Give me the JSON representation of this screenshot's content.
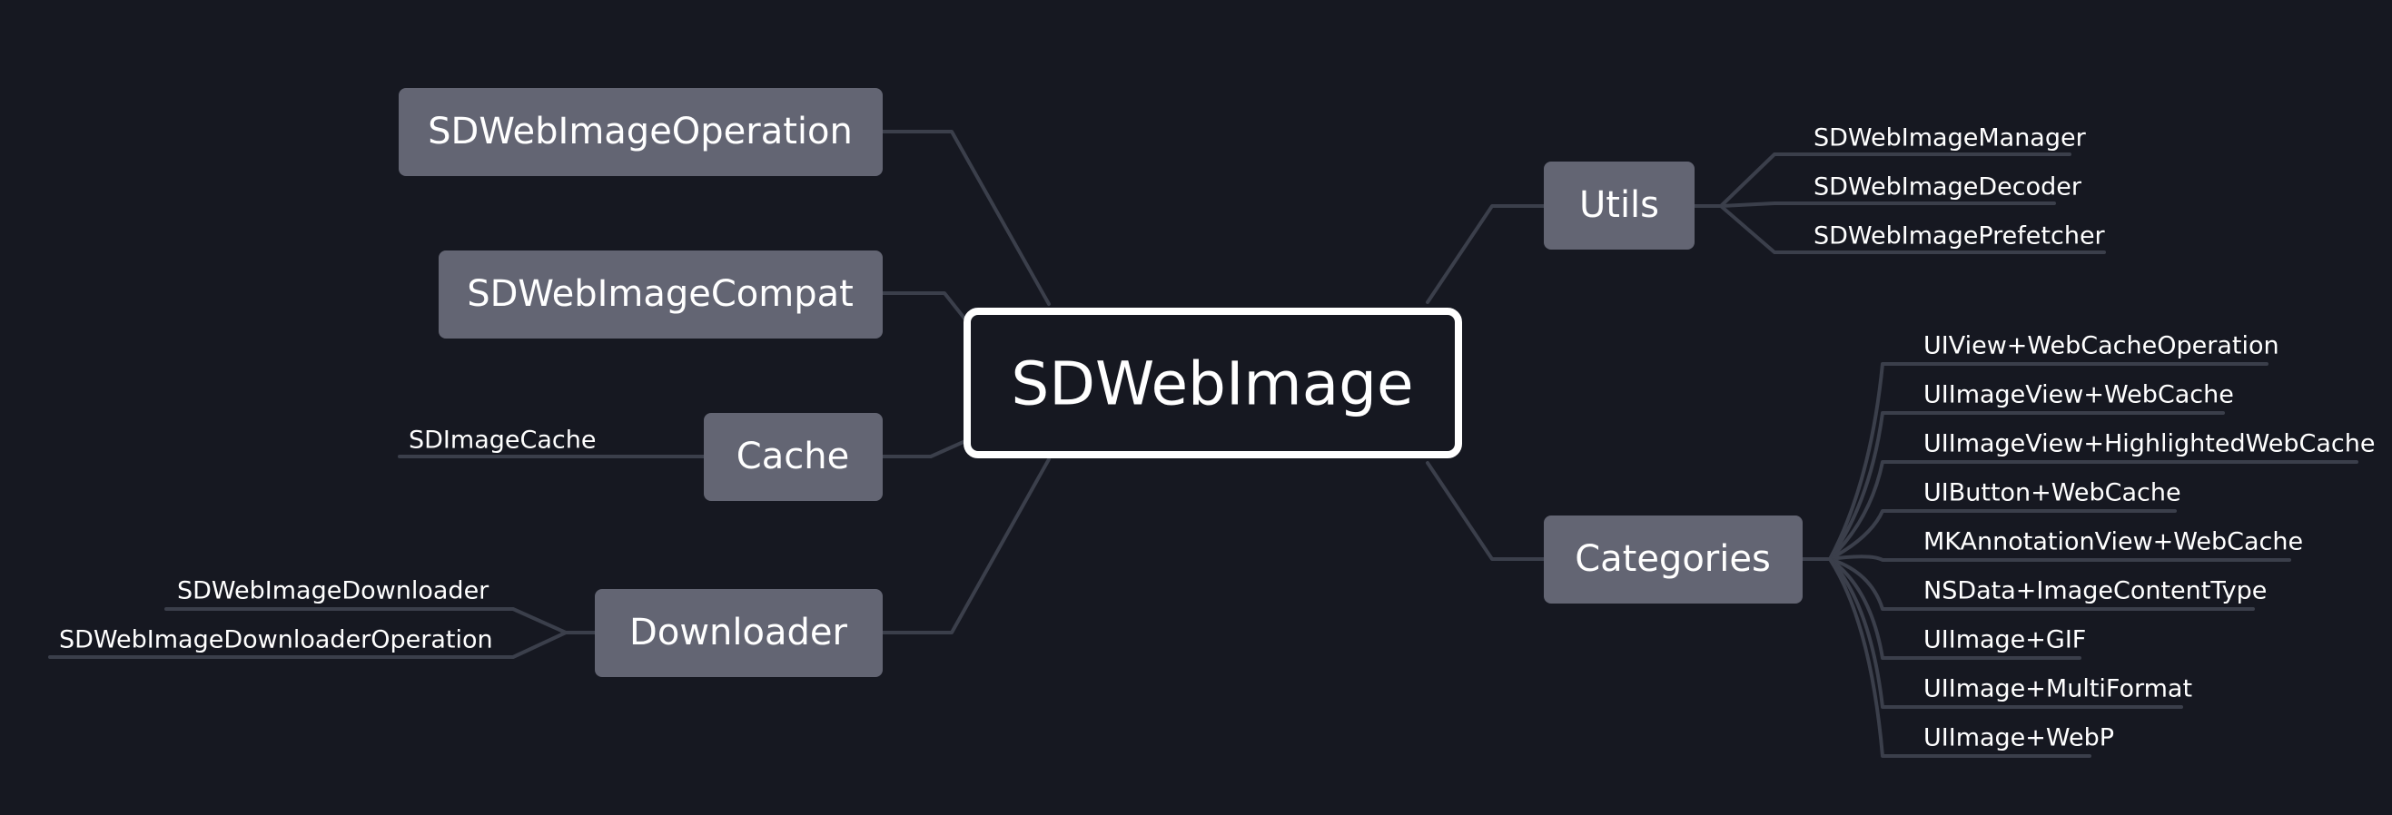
{
  "colors": {
    "background": "#161821",
    "node_fill": "#636573",
    "root_border": "#ffffff",
    "connector": "#3b3f4b",
    "text": "#ffffff"
  },
  "mindmap": {
    "root": {
      "label": "SDWebImage"
    },
    "branches": {
      "operation": {
        "label": "SDWebImageOperation",
        "children": []
      },
      "compat": {
        "label": "SDWebImageCompat",
        "children": []
      },
      "cache": {
        "label": "Cache",
        "children": [
          "SDImageCache"
        ]
      },
      "downloader": {
        "label": "Downloader",
        "children": [
          "SDWebImageDownloader",
          "SDWebImageDownloaderOperation"
        ]
      },
      "utils": {
        "label": "Utils",
        "children": [
          "SDWebImageManager",
          "SDWebImageDecoder",
          "SDWebImagePrefetcher"
        ]
      },
      "categories": {
        "label": "Categories",
        "children": [
          "UIView+WebCacheOperation",
          "UIImageView+WebCache",
          "UIImageView+HighlightedWebCache",
          "UIButton+WebCache",
          "MKAnnotationView+WebCache",
          "NSData+ImageContentType",
          "UIImage+GIF",
          "UIImage+MultiFormat",
          "UIImage+WebP"
        ]
      }
    }
  }
}
